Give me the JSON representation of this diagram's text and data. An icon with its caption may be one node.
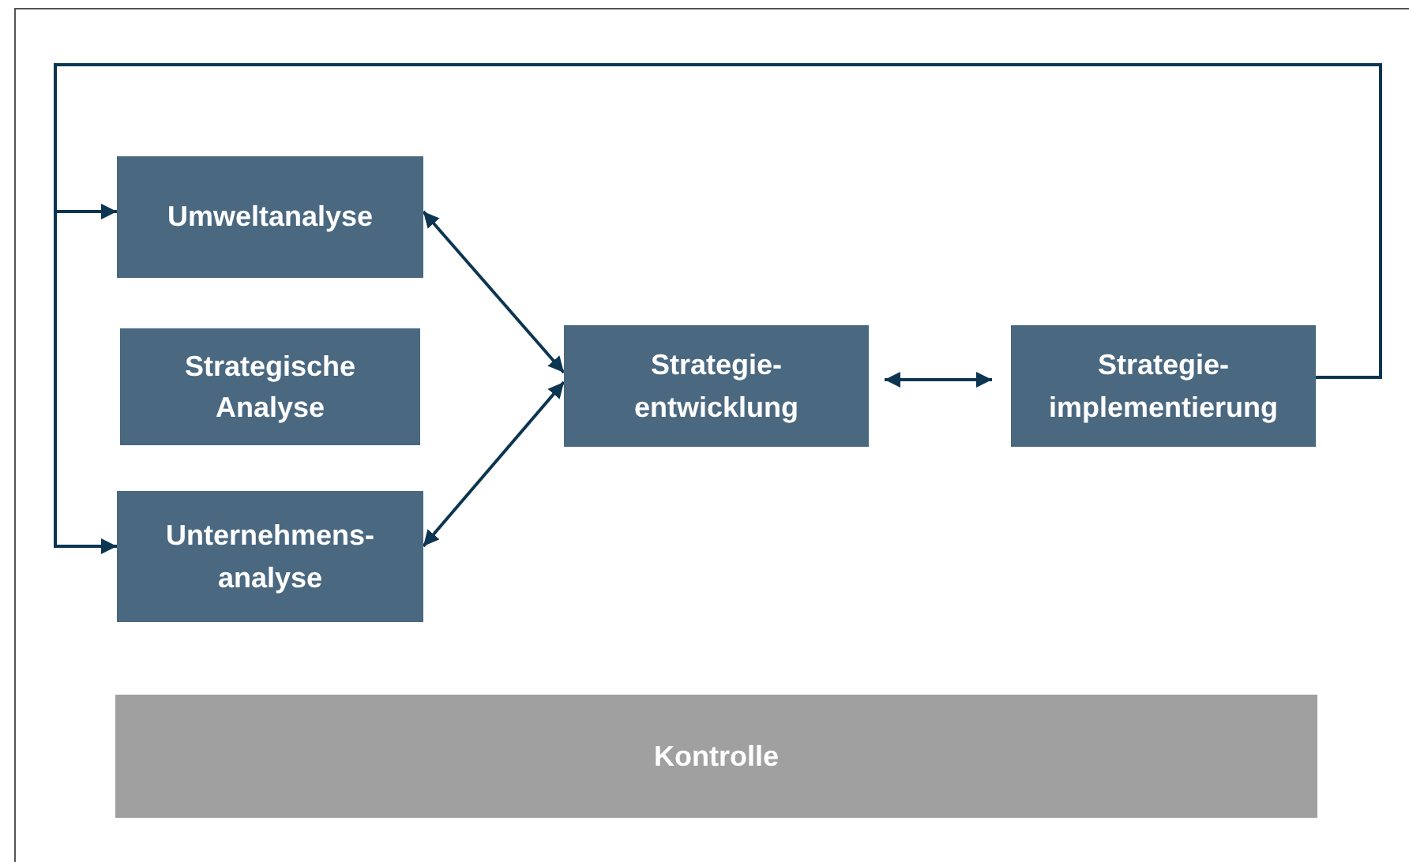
{
  "diagram": {
    "nodes": [
      {
        "text": [
          "Umweltanalyse"
        ]
      },
      {
        "text": [
          "Strategische Analyse"
        ]
      },
      {
        "text": [
          "Unternehmens- analyse"
        ]
      },
      {
        "text": [
          "Strategie- entwicklung"
        ]
      },
      {
        "text": [
          "Strategie- implementierung"
        ]
      },
      {
        "text": [
          "Kontrolle"
        ]
      }
    ],
    "edges": [
      {
        "from": 4,
        "to": 0,
        "arrow": "to"
      },
      {
        "from": 4,
        "to": 2,
        "arrow": "to"
      },
      {
        "from": 0,
        "to": 3,
        "arrow": "both"
      },
      {
        "from": 2,
        "to": 3,
        "arrow": "both"
      },
      {
        "from": 3,
        "to": 4,
        "arrow": "both"
      }
    ]
  }
}
